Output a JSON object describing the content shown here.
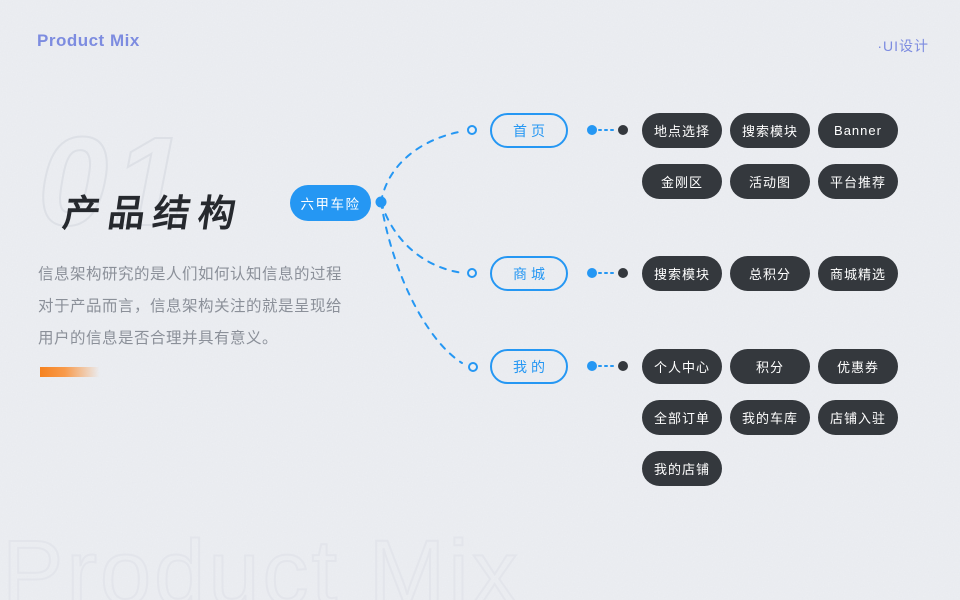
{
  "colors": {
    "background": "#edeff3",
    "accent": "#2597f3",
    "dark_pill": "#34383d",
    "header_blue": "#7d8ce0",
    "heading_text": "#26292e",
    "paragraph_text": "#8b9099",
    "numeral_stroke": "#dde0e6",
    "watermark_stroke": "#e3e5eb",
    "accent_bar_orange": "#f6821f"
  },
  "header": {
    "title": "Product Mix",
    "corner_label": "·UI设计"
  },
  "section": {
    "number": "01",
    "title": "产品结构",
    "description_lines": [
      "信息架构研究的是人们如何认知信息的过程",
      "对于产品而言，信息架构关注的就是呈现给",
      "用户的信息是否合理并具有意义。"
    ]
  },
  "tree": {
    "root_label": "六甲车险",
    "branches": [
      {
        "label": "首页",
        "children": [
          "地点选择",
          "搜索模块",
          "Banner",
          "金刚区",
          "活动图",
          "平台推荐"
        ]
      },
      {
        "label": "商城",
        "children": [
          "搜索模块",
          "总积分",
          "商城精选"
        ]
      },
      {
        "label": "我的",
        "children": [
          "个人中心",
          "积分",
          "优惠券",
          "全部订单",
          "我的车库",
          "店铺入驻",
          "我的店铺"
        ]
      }
    ]
  },
  "watermark": "Product Mix"
}
